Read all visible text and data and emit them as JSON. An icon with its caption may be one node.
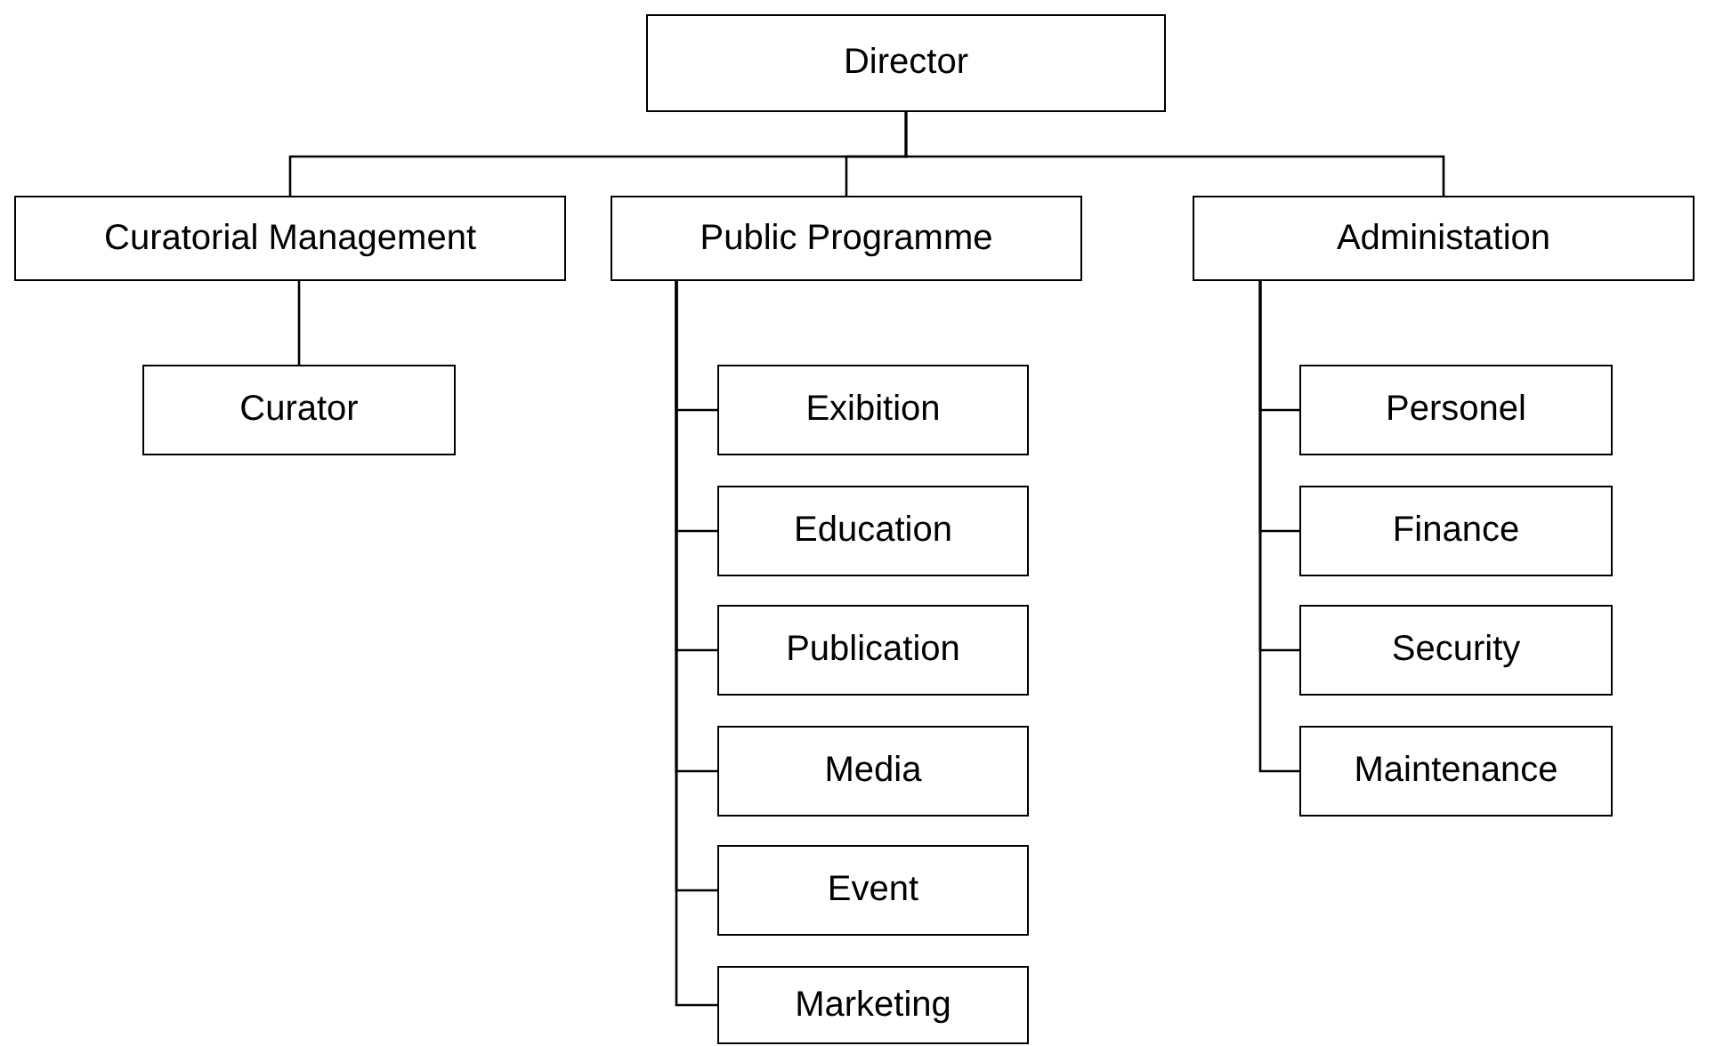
{
  "diagram": {
    "nodes": [
      {
        "text": [
          "Director"
        ]
      },
      {
        "text": [
          "Curatorial Management"
        ]
      },
      {
        "text": [
          "Public Programme"
        ]
      },
      {
        "text": [
          "Administation"
        ]
      },
      {
        "text": [
          "Curator"
        ]
      },
      {
        "text": [
          "Exibition"
        ]
      },
      {
        "text": [
          "Education"
        ]
      },
      {
        "text": [
          "Publication"
        ]
      },
      {
        "text": [
          "Media"
        ]
      },
      {
        "text": [
          "Event"
        ]
      },
      {
        "text": [
          "Marketing"
        ]
      },
      {
        "text": [
          "Personel"
        ]
      },
      {
        "text": [
          "Finance"
        ]
      },
      {
        "text": [
          "Security"
        ]
      },
      {
        "text": [
          "Maintenance"
        ]
      }
    ],
    "edges": [
      {
        "from": 0,
        "to": 1,
        "arrow": "none"
      },
      {
        "from": 0,
        "to": 2,
        "arrow": "none"
      },
      {
        "from": 0,
        "to": 3,
        "arrow": "none"
      },
      {
        "from": 1,
        "to": 4,
        "arrow": "none"
      },
      {
        "from": 2,
        "to": 5,
        "arrow": "none"
      },
      {
        "from": 2,
        "to": 6,
        "arrow": "none"
      },
      {
        "from": 2,
        "to": 7,
        "arrow": "none"
      },
      {
        "from": 2,
        "to": 8,
        "arrow": "none"
      },
      {
        "from": 2,
        "to": 9,
        "arrow": "none"
      },
      {
        "from": 2,
        "to": 10,
        "arrow": "none"
      },
      {
        "from": 3,
        "to": 11,
        "arrow": "none"
      },
      {
        "from": 3,
        "to": 12,
        "arrow": "none"
      },
      {
        "from": 3,
        "to": 13,
        "arrow": "none"
      },
      {
        "from": 3,
        "to": 14,
        "arrow": "none"
      }
    ]
  }
}
